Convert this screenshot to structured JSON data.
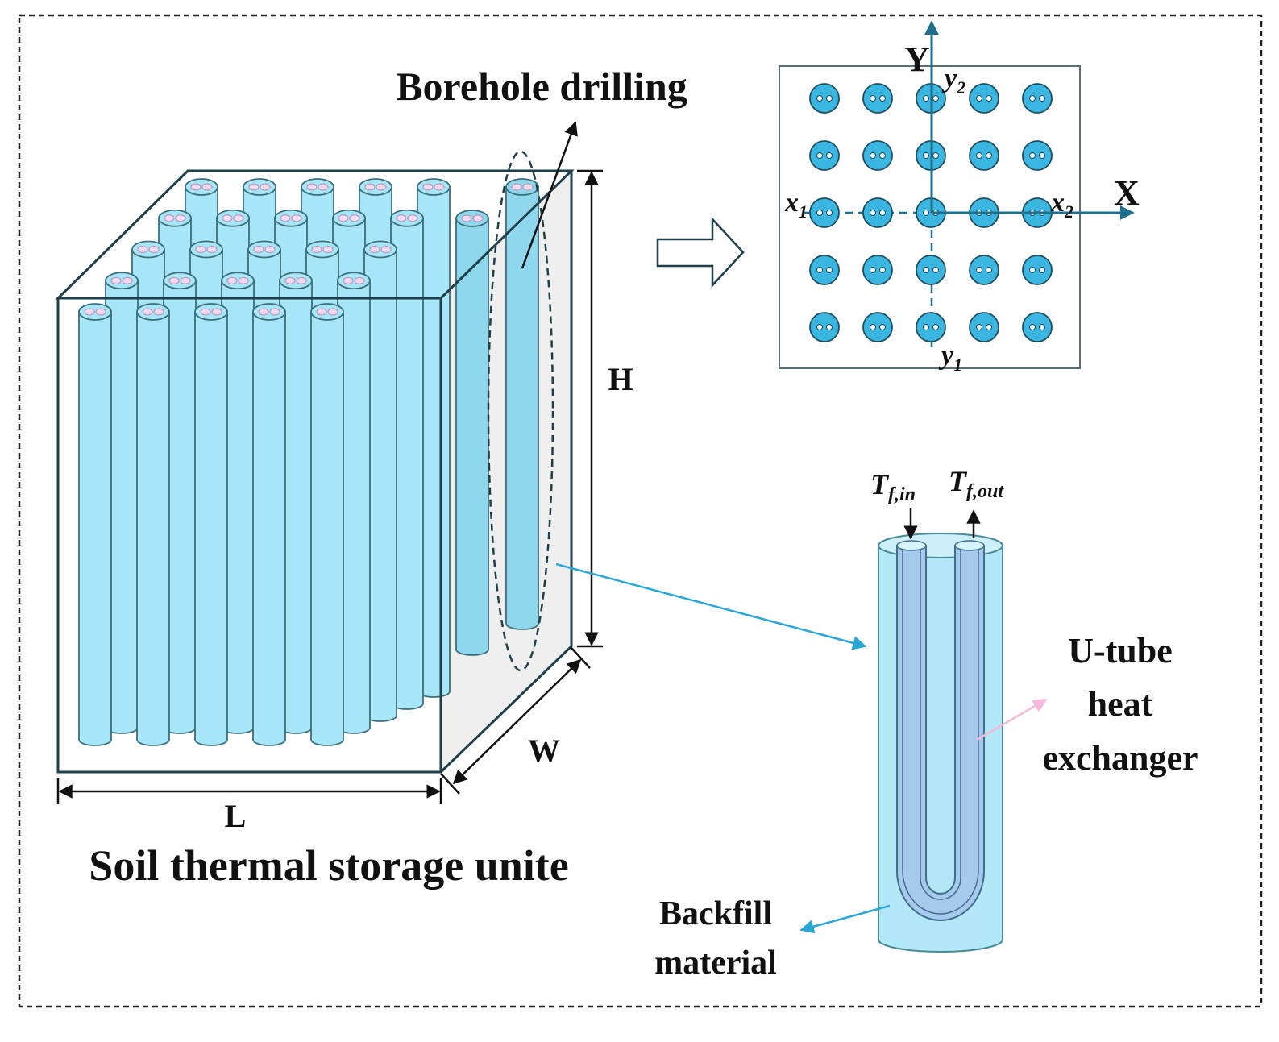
{
  "labels": {
    "borehole_drilling": "Borehole drilling",
    "soil_unit": "Soil thermal storage unite",
    "dim_L": "L",
    "dim_W": "W",
    "dim_H": "H",
    "utube_line1": "U-tube",
    "utube_line2": "heat",
    "utube_line3": "exchanger",
    "backfill_line1": "Backfill",
    "backfill_line2": "material"
  },
  "plan_view": {
    "axis_x": "X",
    "axis_y": "Y",
    "x1": {
      "base": "x",
      "sub": "1"
    },
    "x2": {
      "base": "x",
      "sub": "2"
    },
    "y1": {
      "base": "y",
      "sub": "1"
    },
    "y2": {
      "base": "y",
      "sub": "2"
    },
    "rows": 5,
    "cols": 5
  },
  "utube": {
    "inlet": {
      "base": "T",
      "sub": "f,in"
    },
    "outlet": {
      "base": "T",
      "sub": "f,out"
    }
  },
  "colors": {
    "pipe_fill": "#a6e6f8",
    "pipe_fill_back": "#8fd7ec",
    "pipe_stroke": "#3d6f7a",
    "plan_circle": "#3ab6e0",
    "axis": "#1f6f8f",
    "connector": "#2aa6d6",
    "pink_arrow": "#f6b8de",
    "box_stroke": "#1f3f4a",
    "side_face": "#efefef"
  }
}
